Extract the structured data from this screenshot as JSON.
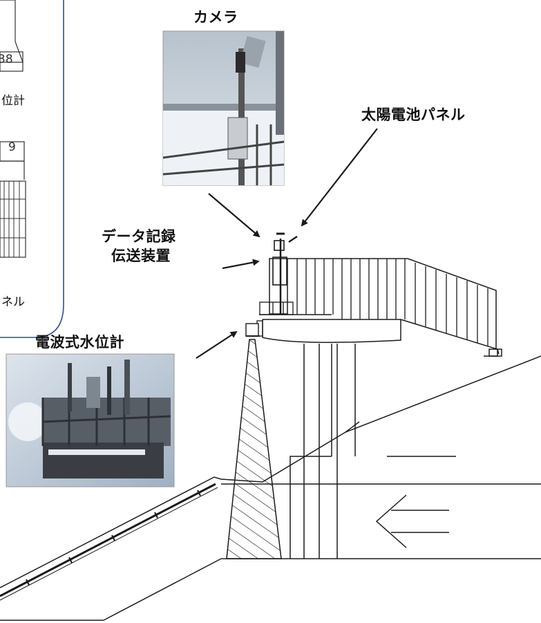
{
  "labels": {
    "camera": "カメラ",
    "solar_panel": "太陽電池パネル",
    "logger_line1": "データ記録",
    "logger_line2": "伝送装置",
    "radar_gauge": "電波式水位計"
  },
  "inset": {
    "label_top_number": "38",
    "label_water_gauge_fragment": "位計",
    "label_mid_number": "9",
    "label_panel_fragment": "ネル"
  },
  "colors": {
    "line": "#1a1a1a",
    "inset_border": "#2f4f8a",
    "snow": "#eef2f6",
    "sky": "#c9d3dd"
  },
  "icons": [
    "arrow-icon",
    "flow-direction-arrow-icon",
    "hatch-pattern"
  ]
}
